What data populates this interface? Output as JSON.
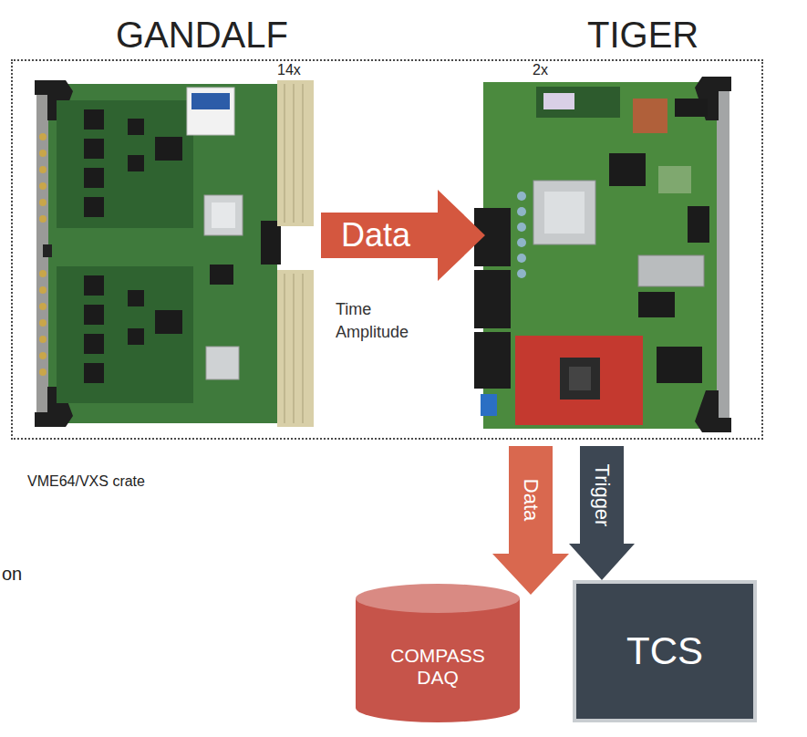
{
  "diagram": {
    "nodes": [
      {
        "text": [
          "VME64/VXS crate"
        ]
      },
      {
        "text": [
          "GANDALF",
          "14x"
        ],
        "in": 0
      },
      {
        "text": [
          "TIGER",
          "2x"
        ],
        "in": 0
      },
      {
        "text": [
          "COMPASS DAQ"
        ]
      },
      {
        "text": [
          "TCS"
        ]
      }
    ],
    "edges": [
      {
        "from": 1,
        "to": 2,
        "arrow": "to",
        "label": "Data"
      },
      {
        "from": 2,
        "to": 3,
        "arrow": "to",
        "label": "Data"
      },
      {
        "from": 2,
        "to": 4,
        "arrow": "to",
        "label": "Trigger"
      }
    ],
    "labels": [
      "Time",
      "Amplitude",
      "on"
    ]
  }
}
